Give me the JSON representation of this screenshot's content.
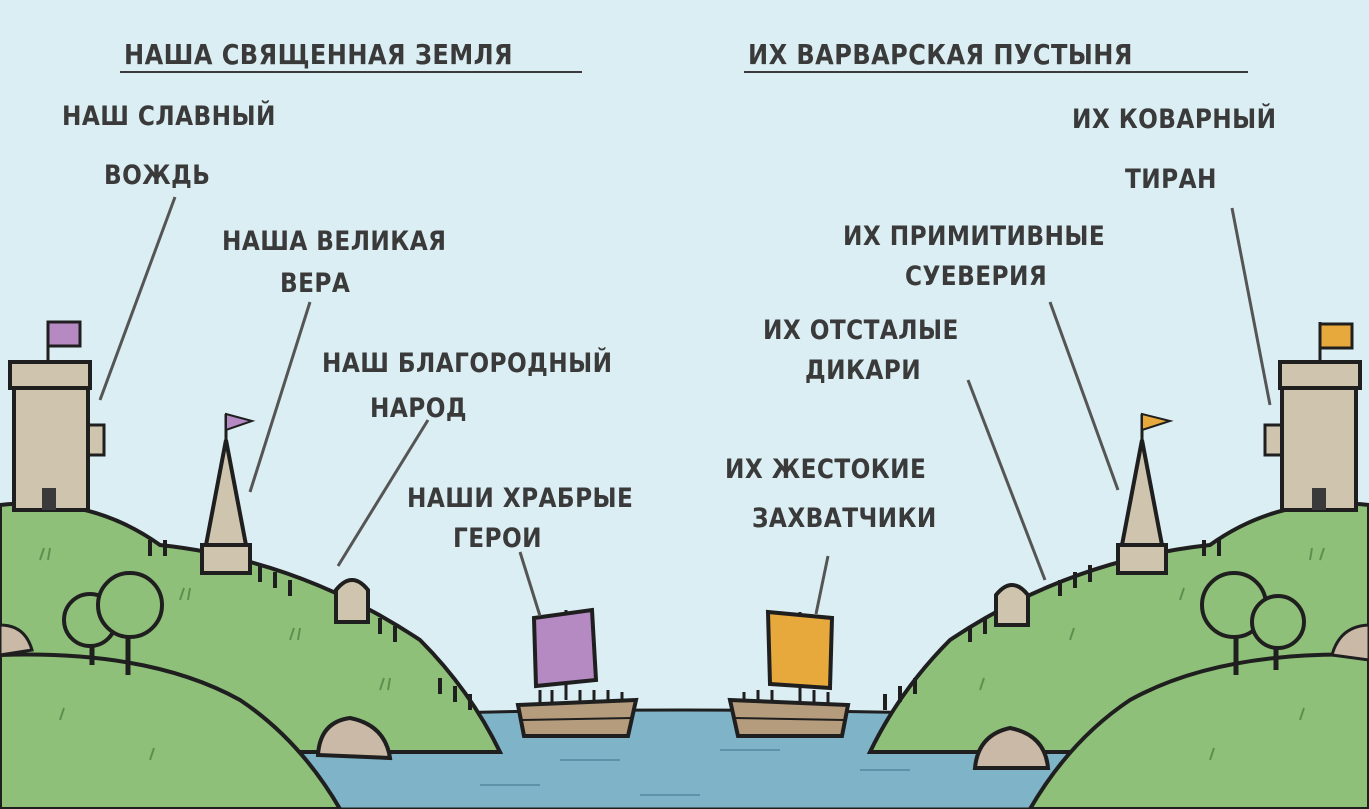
{
  "left": {
    "heading": "НАША СВЯЩЕННАЯ ЗЕМЛЯ",
    "leader": [
      "НАШ СЛАВНЫЙ",
      "ВОЖДЬ"
    ],
    "faith": [
      "НАША ВЕЛИКАЯ",
      "ВЕРА"
    ],
    "people": [
      "НАШ БЛАГОРОДНЫЙ",
      "НАРОД"
    ],
    "heroes": [
      "НАШИ ХРАБРЫЕ",
      "ГЕРОИ"
    ],
    "flag_color": "#b58ac2",
    "sail_color": "#b58ac2"
  },
  "right": {
    "heading": "ИХ ВАРВАРСКАЯ ПУСТЫНЯ",
    "leader": [
      "ИХ КОВАРНЫЙ",
      "ТИРАН"
    ],
    "faith": [
      "ИХ ПРИМИТИВНЫЕ",
      "СУЕВЕРИЯ"
    ],
    "people": [
      "ИХ ОТСТАЛЫЕ",
      "ДИКАРИ"
    ],
    "heroes": [
      "ИХ ЖЕСТОКИЕ",
      "ЗАХВАТЧИКИ"
    ],
    "flag_color": "#e8a93c",
    "sail_color": "#e8a93c"
  },
  "colors": {
    "sky": "#dbeef3",
    "grass": "#8fc07a",
    "grass_dark": "#5f8f4e",
    "water": "#7fb3c8",
    "stone": "#cfc4ad",
    "rock": "#c9b9a6",
    "hull": "#b59c7c"
  }
}
